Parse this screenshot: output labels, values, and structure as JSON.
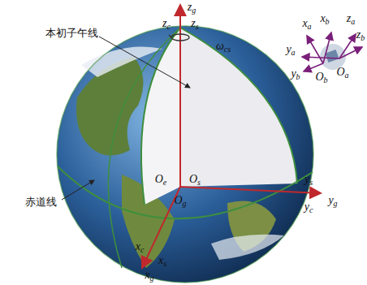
{
  "diagram": {
    "labels": [
      "本初子午线",
      "赤道线",
      "zg",
      "zc",
      "zs",
      "ωcs",
      "xa",
      "xb",
      "za",
      "zb",
      "ya",
      "yb",
      "Ob",
      "Oa",
      "Oe",
      "Os",
      "Og",
      "ys",
      "yg",
      "yc",
      "xc",
      "xs",
      "xg"
    ]
  }
}
